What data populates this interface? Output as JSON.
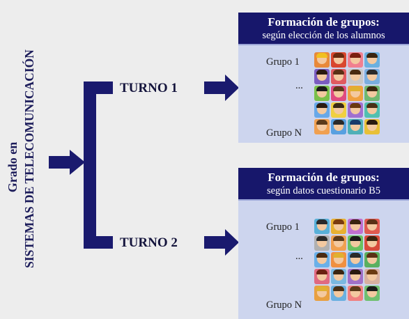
{
  "sidebar": {
    "line1": "Grado en",
    "line2": "SISTEMAS DE TELECOMUNICACIÓN"
  },
  "turnos": [
    {
      "label": "TURNO 1"
    },
    {
      "label": "TURNO 2"
    }
  ],
  "panels": [
    {
      "title": "Formación de grupos:",
      "subtitle": "según elección de los alumnos",
      "group_first": "Grupo 1",
      "ellipsis": "...",
      "group_last": "Grupo N",
      "avatars": [
        {
          "bg": "#e8893a",
          "hair": "#f0c020"
        },
        {
          "bg": "#d9462e",
          "hair": "#6a2a10"
        },
        {
          "bg": "#f08090",
          "hair": "#7a2010"
        },
        {
          "bg": "#6ab0e0",
          "hair": "#3a2510"
        },
        {
          "bg": "#7a5cc0",
          "hair": "#2a1a10"
        },
        {
          "bg": "#e05a60",
          "hair": "#5a3015"
        },
        {
          "bg": "#c8c8c8",
          "hair": "#4a2a10"
        },
        {
          "bg": "#7aaee0",
          "hair": "#2a2a2a"
        },
        {
          "bg": "#7ac04a",
          "hair": "#1a1a1a"
        },
        {
          "bg": "#e04a80",
          "hair": "#5a3a1a"
        },
        {
          "bg": "#f0a040",
          "hair": "#e0b030"
        },
        {
          "bg": "#70b870",
          "hair": "#3a2510"
        },
        {
          "bg": "#68a8e8",
          "hair": "#2a1a10"
        },
        {
          "bg": "#f0d040",
          "hair": "#3a2a15"
        },
        {
          "bg": "#a070d0",
          "hair": "#6a3a10"
        },
        {
          "bg": "#50c0b0",
          "hair": "#4a3015"
        },
        {
          "bg": "#f0a050",
          "hair": "#5a3a1a"
        },
        {
          "bg": "#58a0e0",
          "hair": "#2a2a2a"
        },
        {
          "bg": "#50b0b8",
          "hair": "#1a3a6a"
        },
        {
          "bg": "#e8c038",
          "hair": "#2a1a10"
        }
      ]
    },
    {
      "title": "Formación de grupos:",
      "subtitle": "según datos cuestionario B5",
      "group_first": "Grupo 1",
      "ellipsis": "...",
      "group_last": "Grupo N",
      "avatars": [
        {
          "bg": "#58b0d8",
          "hair": "#2a2a2a"
        },
        {
          "bg": "#e8b030",
          "hair": "#7a3a10"
        },
        {
          "bg": "#c070d0",
          "hair": "#3a2510"
        },
        {
          "bg": "#e05a50",
          "hair": "#5a3015"
        },
        {
          "bg": "#b0b0b0",
          "hair": "#2a2a2a"
        },
        {
          "bg": "#f0a050",
          "hair": "#5a3a1a"
        },
        {
          "bg": "#6ac060",
          "hair": "#1a1a1a"
        },
        {
          "bg": "#d84a3a",
          "hair": "#3a2510"
        },
        {
          "bg": "#6ab0e8",
          "hair": "#4a2a10"
        },
        {
          "bg": "#f09040",
          "hair": "#e0b030"
        },
        {
          "bg": "#58a0e0",
          "hair": "#2a2a2a"
        },
        {
          "bg": "#5ab060",
          "hair": "#5a3015"
        },
        {
          "bg": "#e06a80",
          "hair": "#6a2010"
        },
        {
          "bg": "#7ab8e0",
          "hair": "#3a2510"
        },
        {
          "bg": "#a070c8",
          "hair": "#2a1a10"
        },
        {
          "bg": "#d8b0a0",
          "hair": "#6a3a10"
        },
        {
          "bg": "#e8a040",
          "hair": "#e0b030"
        },
        {
          "bg": "#6ab0e0",
          "hair": "#4a3015"
        },
        {
          "bg": "#f08080",
          "hair": "#5a3a1a"
        },
        {
          "bg": "#70c070",
          "hair": "#1a1a1a"
        }
      ]
    }
  ]
}
